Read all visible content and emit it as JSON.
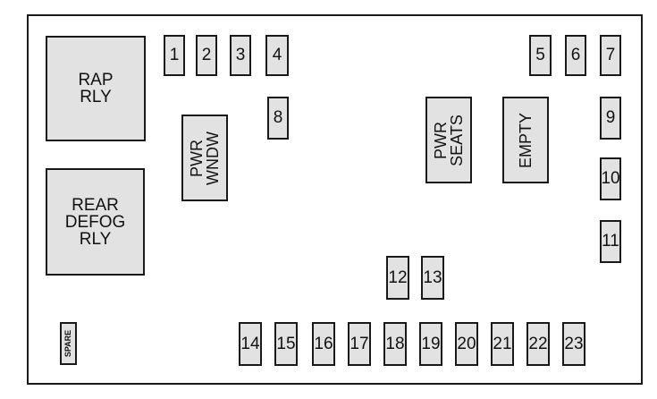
{
  "relays": {
    "rap": "RAP\nRLY",
    "rear_defog": "REAR\nDEFOG\nRLY"
  },
  "vertical": {
    "pwr_wndw": "PWR\nWNDW",
    "pwr_seats": "PWR\nSEATS",
    "empty": "EMPTY",
    "spare": "SPARE"
  },
  "fuses": {
    "f1": "1",
    "f2": "2",
    "f3": "3",
    "f4": "4",
    "f5": "5",
    "f6": "6",
    "f7": "7",
    "f8": "8",
    "f9": "9",
    "f10": "10",
    "f11": "11",
    "f12": "12",
    "f13": "13",
    "f14": "14",
    "f15": "15",
    "f16": "16",
    "f17": "17",
    "f18": "18",
    "f19": "19",
    "f20": "20",
    "f21": "21",
    "f22": "22",
    "f23": "23"
  }
}
